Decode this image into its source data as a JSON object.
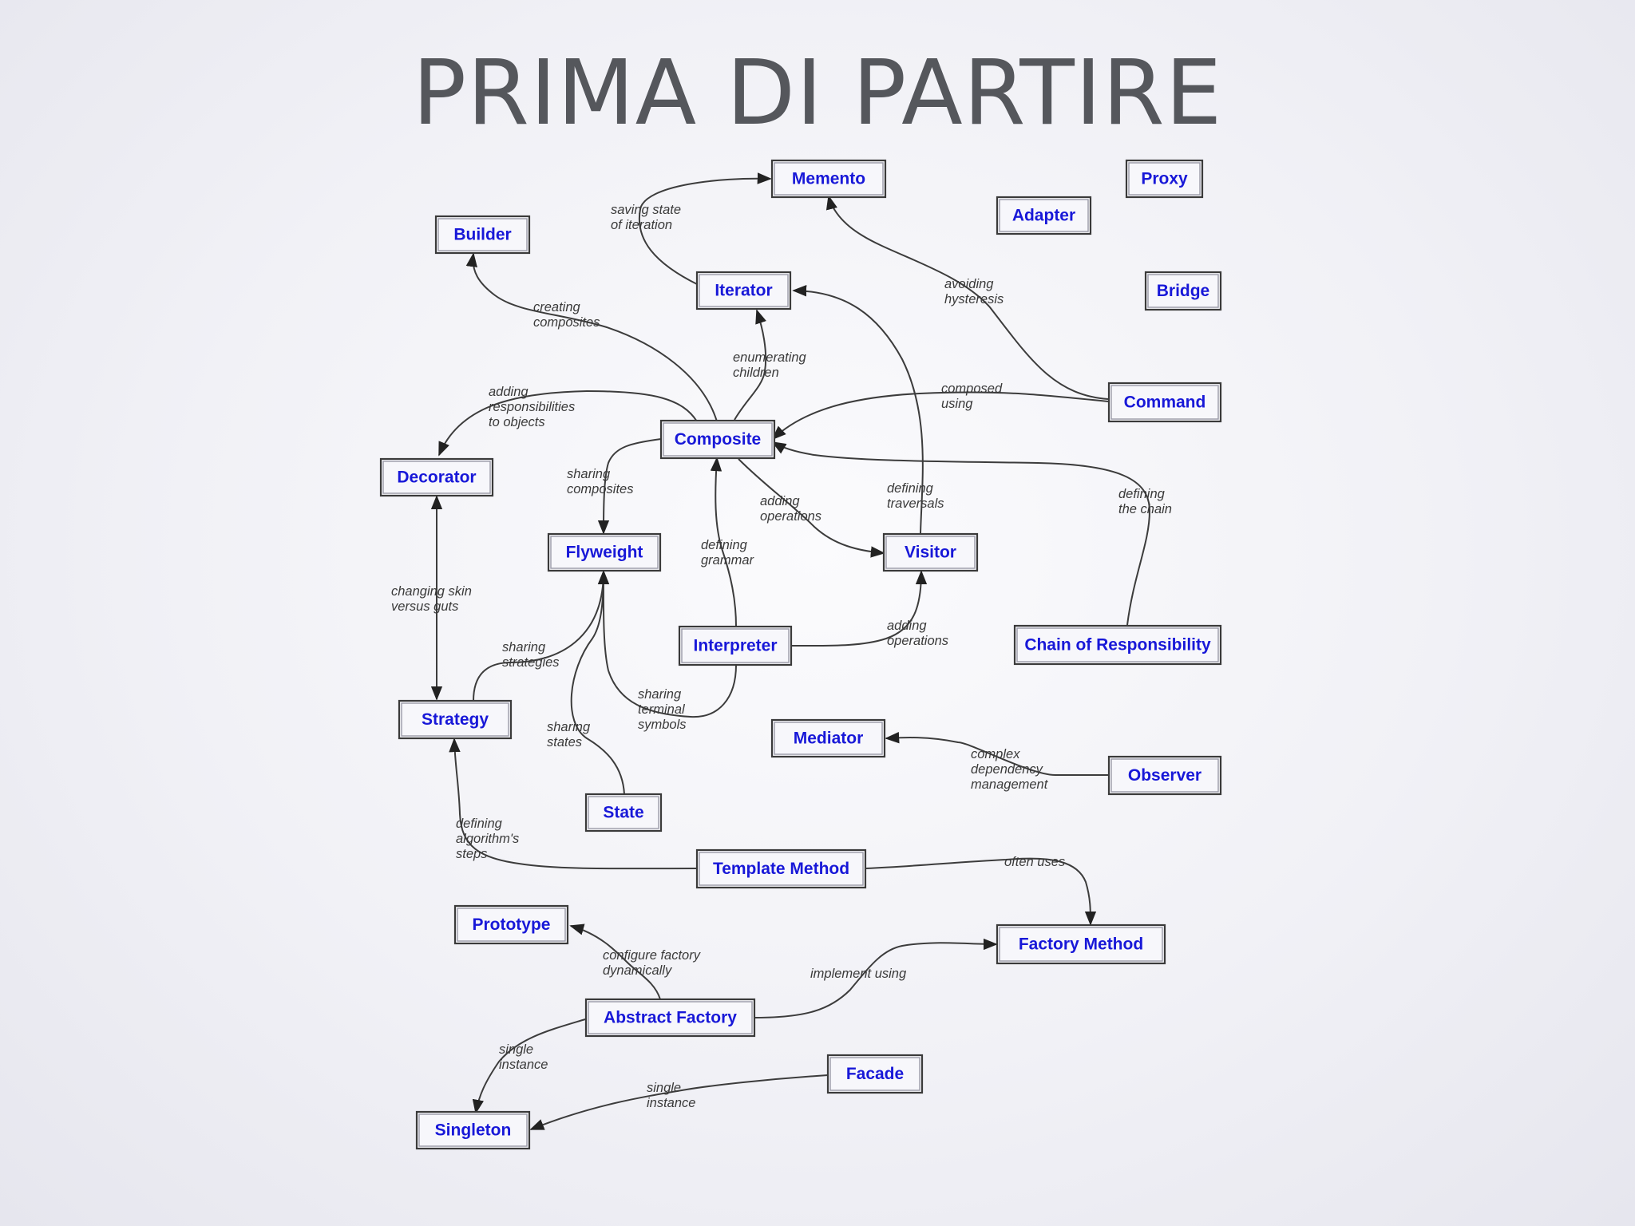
{
  "title": "PRIMA DI PARTIRE",
  "colors": {
    "box_text": "#1818d8",
    "title": "#55575c",
    "edge": "#3c3c3c"
  },
  "nodes": {
    "memento": "Memento",
    "proxy": "Proxy",
    "adapter": "Adapter",
    "builder": "Builder",
    "iterator": "Iterator",
    "bridge": "Bridge",
    "command": "Command",
    "composite": "Composite",
    "decorator": "Decorator",
    "flyweight": "Flyweight",
    "visitor": "Visitor",
    "interpreter": "Interpreter",
    "chain": "Chain of Responsibility",
    "strategy": "Strategy",
    "mediator": "Mediator",
    "observer": "Observer",
    "state": "State",
    "template": "Template Method",
    "prototype": "Prototype",
    "factory_method": "Factory Method",
    "abstract_factory": "Abstract Factory",
    "facade": "Facade",
    "singleton": "Singleton"
  },
  "edge_labels": {
    "saving_state": [
      "saving state",
      "of iteration"
    ],
    "creating_composites": [
      "creating",
      "composites"
    ],
    "avoiding_hysteresis": [
      "avoiding",
      "hysteresis"
    ],
    "enumerating_children": [
      "enumerating",
      "children"
    ],
    "adding_responsibilities": [
      "adding",
      "responsibilities",
      "to objects"
    ],
    "composed_using": [
      "composed",
      "using"
    ],
    "sharing_composites": [
      "sharing",
      "composites"
    ],
    "adding_operations_1": [
      "adding",
      "operations"
    ],
    "defining_traversals": [
      "defining",
      "traversals"
    ],
    "defining_chain": [
      "defining",
      "the chain"
    ],
    "defining_grammar": [
      "defining",
      "grammar"
    ],
    "changing_skin": [
      "changing skin",
      "versus guts"
    ],
    "sharing_strategies": [
      "sharing",
      "strategies"
    ],
    "adding_operations_2": [
      "adding",
      "operations"
    ],
    "sharing_terminal": [
      "sharing",
      "terminal",
      "symbols"
    ],
    "sharing_states": [
      "sharing",
      "states"
    ],
    "complex_dependency": [
      "complex",
      "dependency",
      "management"
    ],
    "defining_algorithm": [
      "defining",
      "algorithm's",
      "steps"
    ],
    "often_uses": [
      "often uses"
    ],
    "configure_factory": [
      "configure factory",
      "dynamically"
    ],
    "implement_using": [
      "implement using"
    ],
    "single_instance_1": [
      "single",
      "instance"
    ],
    "single_instance_2": [
      "single",
      "instance"
    ]
  }
}
